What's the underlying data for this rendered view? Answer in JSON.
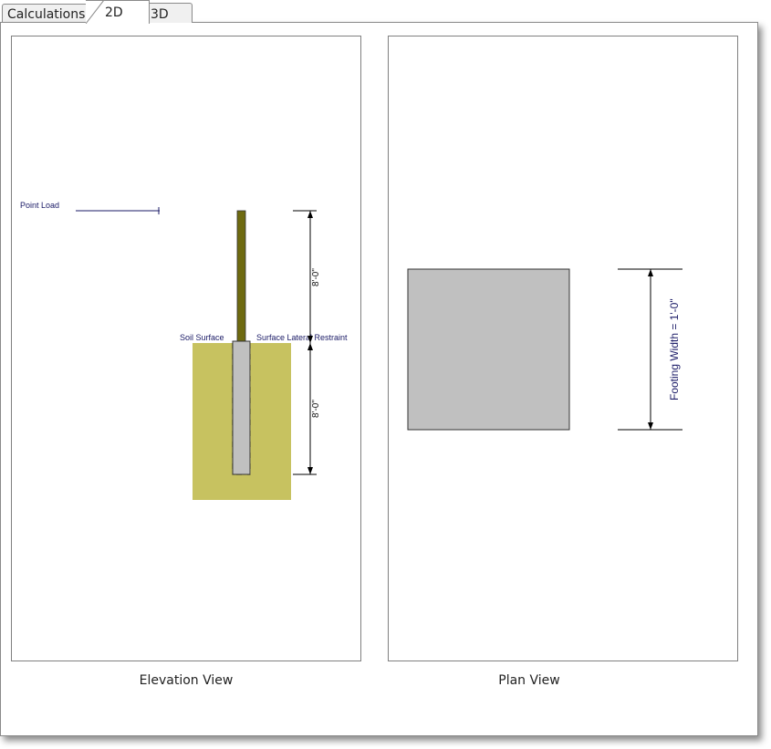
{
  "tabs": {
    "calculations": "Calculations",
    "two_d": "2D",
    "three_d": "3D"
  },
  "elevation": {
    "caption": "Elevation View",
    "point_load": "Point Load",
    "soil_surface": "Soil Surface",
    "surface_lateral_restraint": "Surface Lateral Restraint",
    "dim_above": "8'-0\"",
    "dim_below": "8'-0\""
  },
  "plan": {
    "caption": "Plan View",
    "footing_width": "Footing Width = 1'-0\""
  },
  "colors": {
    "post": "#6e6a10",
    "soil": "#e8e27a",
    "footing": "#c0c0c0",
    "label": "#1a1a66"
  }
}
